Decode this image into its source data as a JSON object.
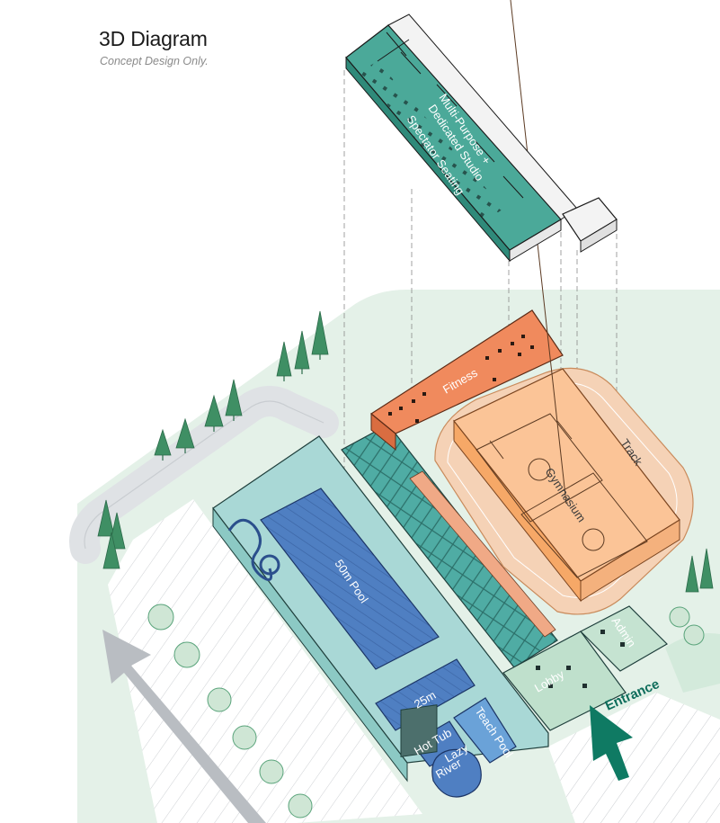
{
  "header": {
    "title": "3D Diagram",
    "subtitle": "Concept Design Only."
  },
  "labels": {
    "multipurpose_line1": "Multi-Purpose +",
    "multipurpose_line2": "Dedicated Studio",
    "spectator": "Spectator Seating",
    "fitness": "Fitness",
    "track": "Track",
    "gymnasium": "Gymnasium",
    "pool50": "50m Pool",
    "pool25": "25m",
    "hot_tub": "Hot Tub",
    "teach_pool": "Teach Pool",
    "lazy_river_1": "Lazy",
    "lazy_river_2": "River",
    "lobby": "Lobby",
    "admin": "Admin",
    "entrance": "Entrance"
  },
  "colors": {
    "site_green": "#e4f1e8",
    "tree": "#3f8f64",
    "tree_light": "#cfe6d5",
    "teal_upper": "#4ba999",
    "teal_upper_dark": "#2f8a7a",
    "aquatic": "#a9d8d6",
    "aquatic_dark": "#6fbcb7",
    "pool_blue": "#4f7fc2",
    "pool_dark": "#2b4f8c",
    "fitness_orange": "#f08a5d",
    "gym_peach": "#fbc497",
    "track_peach": "#f5d2b6",
    "lobby_green": "#bfe0cc",
    "entrance_arrow": "#0f7a63",
    "road_arrow": "#b9bdc2"
  },
  "icons": {
    "entrance_arrow": "arrow-up-right-icon",
    "road_arrow": "arrow-up-left-icon"
  }
}
